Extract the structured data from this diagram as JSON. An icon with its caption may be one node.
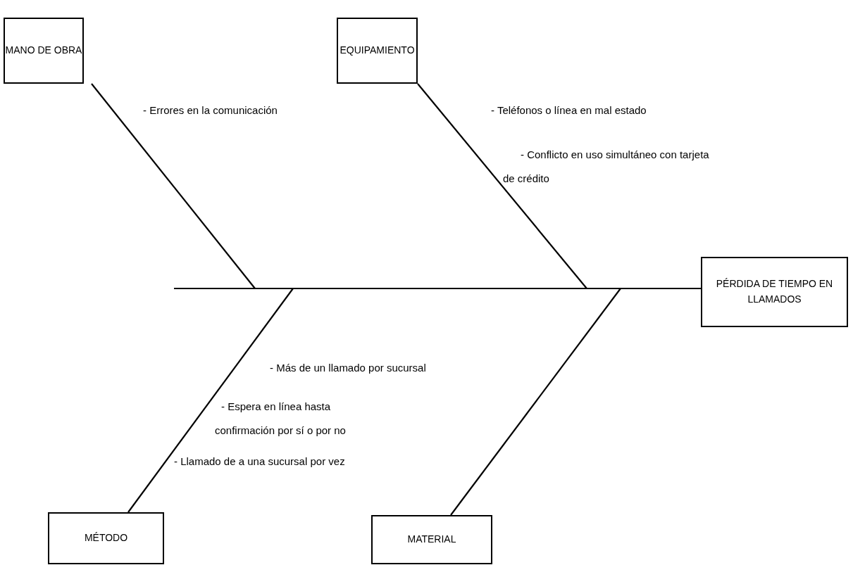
{
  "diagram": {
    "nodes": [
      {
        "text": [
          "MANO DE OBRA"
        ]
      },
      {
        "text": [
          "EQUIPAMIENTO"
        ]
      },
      {
        "text": [
          "PÉRDIDA DE TIEMPO EN LLAMADOS"
        ]
      },
      {
        "text": [
          "MÉTODO"
        ]
      },
      {
        "text": [
          "MATERIAL"
        ]
      }
    ],
    "edges": [
      {
        "from": null,
        "to": 2,
        "arrow": "none"
      },
      {
        "from": 0,
        "to": null,
        "arrow": "none"
      },
      {
        "from": 1,
        "to": null,
        "arrow": "none"
      },
      {
        "from": 3,
        "to": null,
        "arrow": "none"
      },
      {
        "from": 4,
        "to": null,
        "arrow": "none"
      }
    ],
    "labels": [
      "- Errores en la comunicación",
      "- Teléfonos o línea en mal estado",
      "- Conflicto en uso simultáneo con tarjeta de crédito",
      "- Más de un llamado por sucursal",
      "- Espera en línea hasta confirmación por sí o por no",
      "- Llamado de a una sucursal por vez"
    ]
  }
}
